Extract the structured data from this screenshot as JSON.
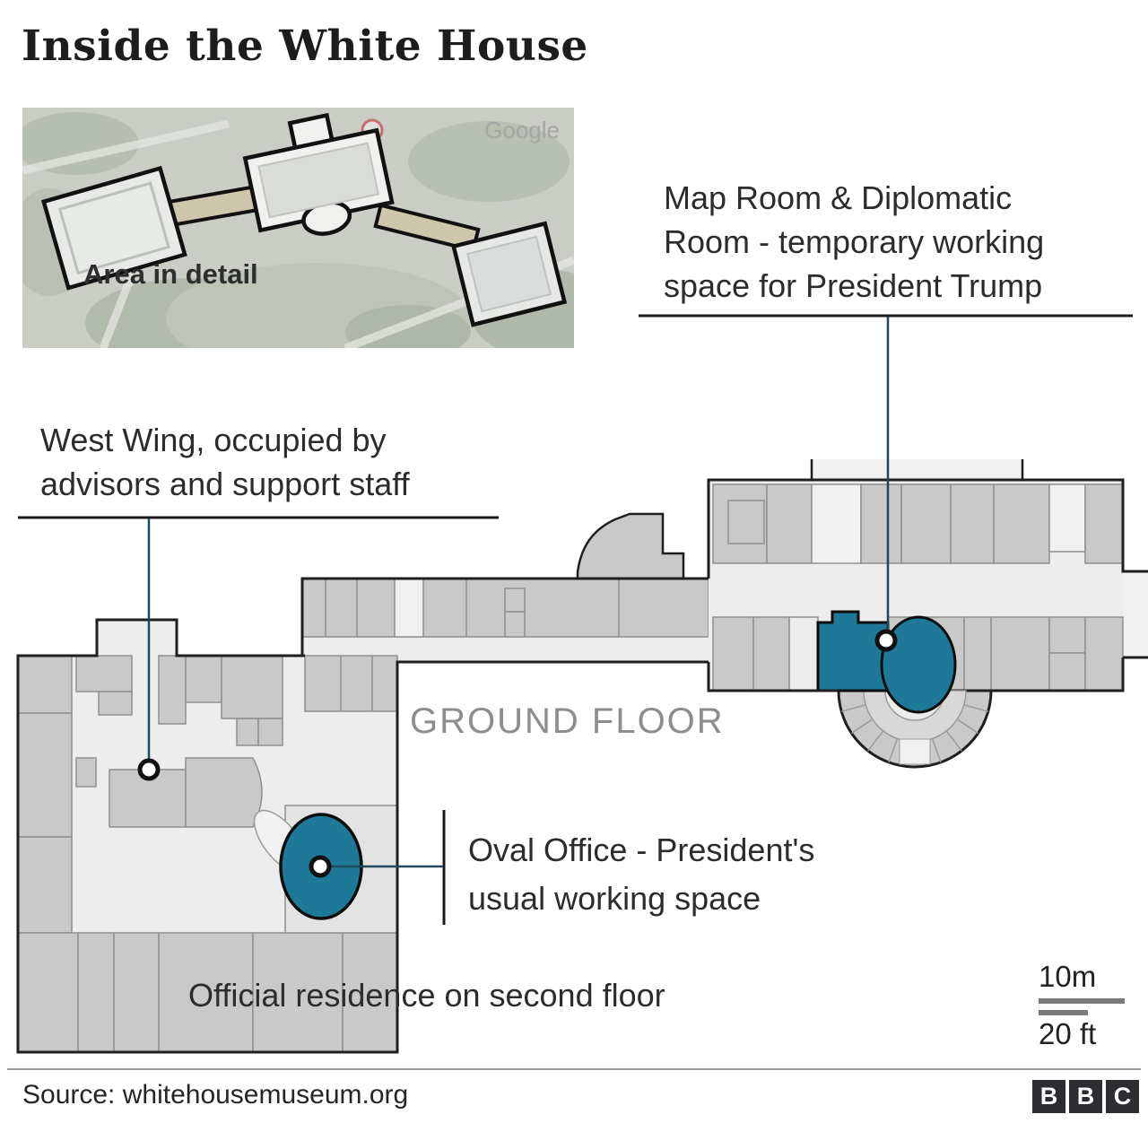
{
  "title": "Inside the White House",
  "inset": {
    "watermark": "Google",
    "caption": "Area in detail"
  },
  "floor_label": "GROUND FLOOR",
  "annotations": {
    "map_room_lines": [
      "Map Room & Diplomatic",
      "Room - temporary working",
      "space for President Trump"
    ],
    "west_wing_lines": [
      "West Wing, occupied by",
      "advisors and support staff"
    ],
    "oval_office_lines": [
      "Oval Office - President's",
      "usual working space"
    ],
    "residence_note": "Official residence on second floor"
  },
  "scale_bar": {
    "metric": "10m",
    "imperial": "20 ft"
  },
  "source": "Source: whitehousemuseum.org",
  "logo": {
    "letters": [
      "B",
      "B",
      "C"
    ]
  },
  "colors": {
    "room_highlight": "#1e7897",
    "leader_line": "#1c4a5c",
    "rule_line": "#1a1a1a"
  }
}
